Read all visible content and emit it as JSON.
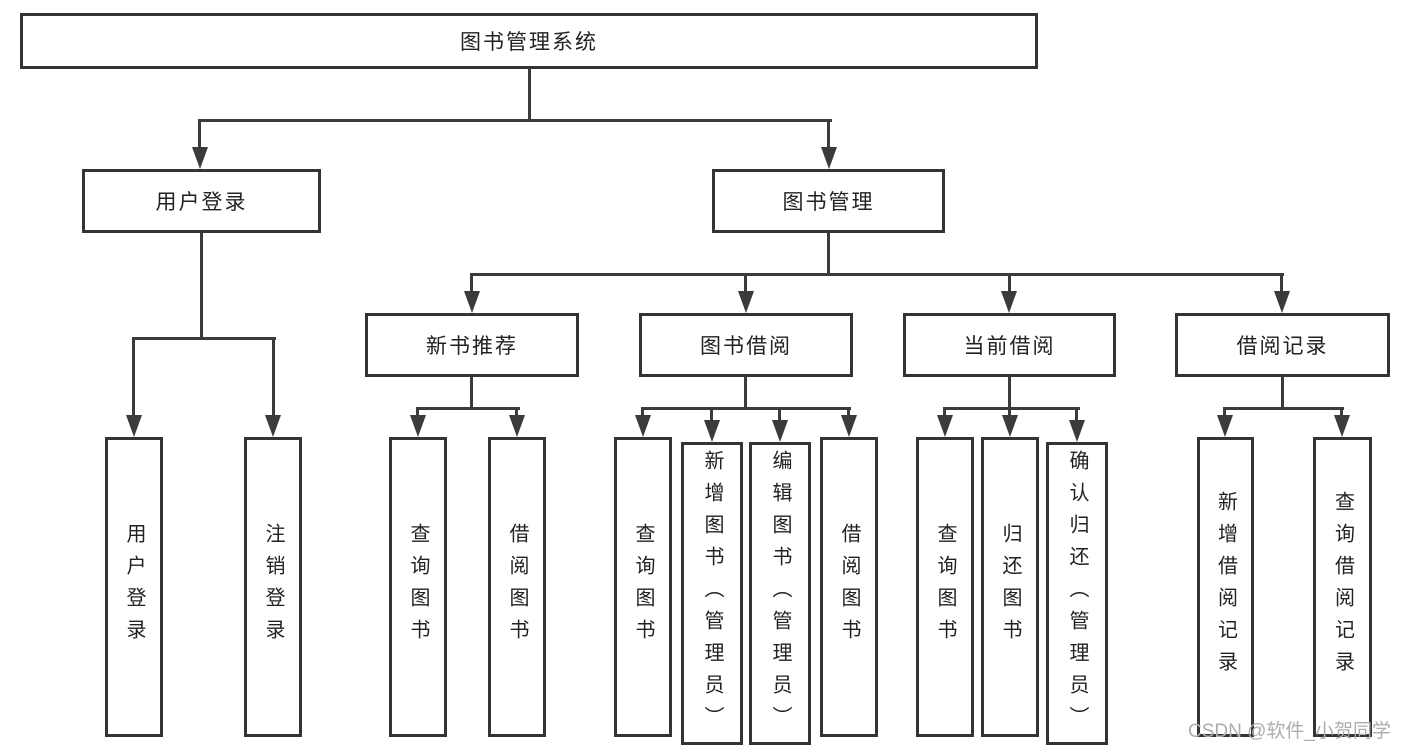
{
  "root": {
    "label": "图书管理系统"
  },
  "level2": {
    "user_login": {
      "label": "用户登录"
    },
    "book_mgmt": {
      "label": "图书管理"
    }
  },
  "user_login_children": {
    "login": {
      "label": "用户登录"
    },
    "logout": {
      "label": "注销登录"
    }
  },
  "level3": {
    "new_book_rec": {
      "label": "新书推荐"
    },
    "book_borrow": {
      "label": "图书借阅"
    },
    "current_borrow": {
      "label": "当前借阅"
    },
    "borrow_records": {
      "label": "借阅记录"
    }
  },
  "new_book_rec_children": {
    "query_book": {
      "label": "查询图书"
    },
    "borrow_book": {
      "label": "借阅图书"
    }
  },
  "book_borrow_children": {
    "query_book": {
      "label": "查询图书"
    },
    "add_book": {
      "label": "新增图书（管理员）"
    },
    "edit_book": {
      "label": "编辑图书（管理员）"
    },
    "borrow_book": {
      "label": "借阅图书"
    }
  },
  "current_borrow_children": {
    "query_book": {
      "label": "查询图书"
    },
    "return_book": {
      "label": "归还图书"
    },
    "confirm_return": {
      "label": "确认归还（管理员）"
    }
  },
  "borrow_records_children": {
    "add_record": {
      "label": "新增借阅记录"
    },
    "query_record": {
      "label": "查询借阅记录"
    }
  },
  "watermark": {
    "text": "CSDN @软件_小贺同学"
  },
  "colors": {
    "line": "#3b3b3b",
    "border": "#343434",
    "text": "#222222",
    "watermark": "#adadad",
    "background": "#ffffff"
  }
}
